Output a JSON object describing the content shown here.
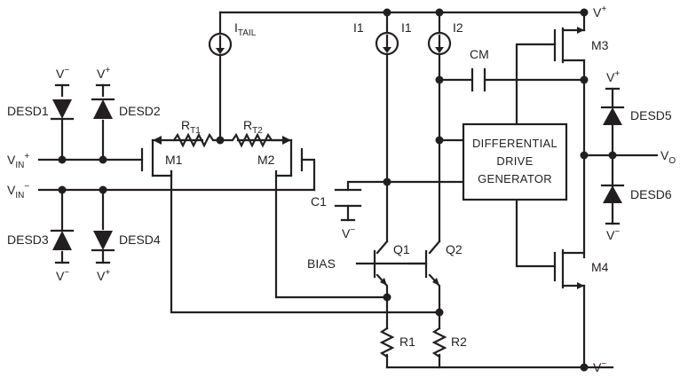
{
  "labels": {
    "v_plus": "V",
    "v_minus": "V",
    "sup_plus": "+",
    "sup_minus": "−",
    "i_tail": "I",
    "i_tail_sub": "TAIL",
    "i1": "I1",
    "i2": "I2",
    "cm": "CM",
    "m1": "M1",
    "m2": "M2",
    "m3": "M3",
    "m4": "M4",
    "q1": "Q1",
    "q2": "Q2",
    "r": "R",
    "rt1_sub": "T1",
    "rt2_sub": "T2",
    "r1": "R1",
    "r2": "R2",
    "c1": "C1",
    "bias": "BIAS",
    "vin": "V",
    "vin_sub": "IN",
    "vo": "V",
    "vo_sub": "O",
    "desd1": "DESD1",
    "desd2": "DESD2",
    "desd3": "DESD3",
    "desd4": "DESD4",
    "desd5": "DESD5",
    "desd6": "DESD6",
    "box_line1": "DIFFERENTIAL",
    "box_line2": "DRIVE",
    "box_line3": "GENERATOR"
  }
}
